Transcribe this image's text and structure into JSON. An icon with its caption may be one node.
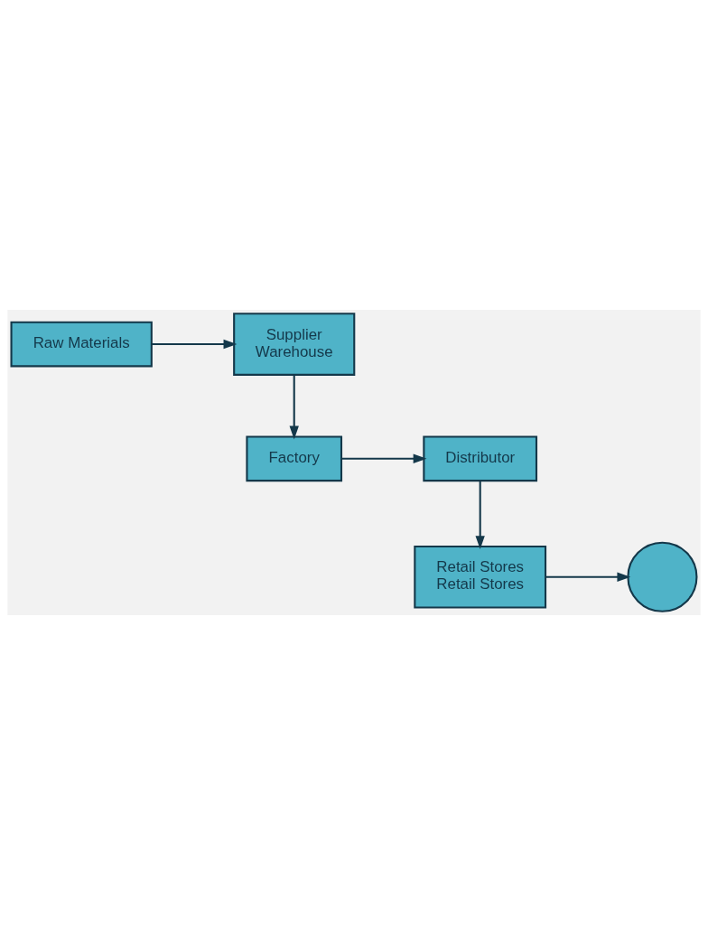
{
  "diagram": {
    "nodes": [
      {
        "text": [
          "Raw Materials"
        ]
      },
      {
        "text": [
          "Supplier",
          "Warehouse"
        ]
      },
      {
        "text": [
          "Factory"
        ]
      },
      {
        "text": [
          "Distributor"
        ]
      },
      {
        "text": [
          "Retail Stores",
          "Retail Stores"
        ]
      },
      {
        "text": [],
        "shape": "circle"
      }
    ],
    "edges": [
      {
        "from": 0,
        "to": 1,
        "arrow": "to"
      },
      {
        "from": 1,
        "to": 2,
        "arrow": "to"
      },
      {
        "from": 2,
        "to": 3,
        "arrow": "to"
      },
      {
        "from": 3,
        "to": 4,
        "arrow": "to"
      },
      {
        "from": 4,
        "to": 5,
        "arrow": "to"
      }
    ]
  }
}
